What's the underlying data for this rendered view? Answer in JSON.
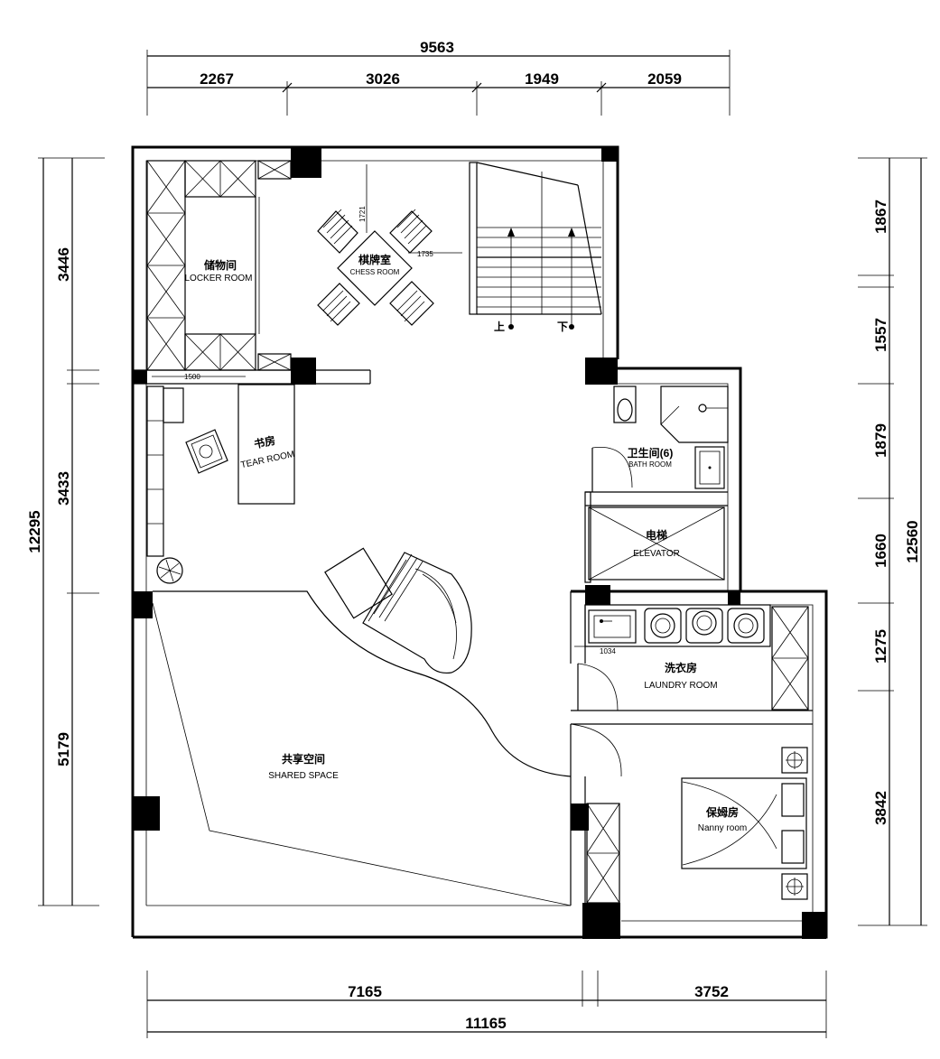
{
  "dimensions": {
    "top_total": "9563",
    "top_segments": [
      "2267",
      "3026",
      "1949",
      "2059"
    ],
    "bottom_segments": [
      "7165",
      "3752"
    ],
    "bottom_total": "11165",
    "left_total": "12295",
    "left_segments": [
      "3446",
      "3433",
      "5179"
    ],
    "right_total": "12560",
    "right_segments": [
      "1867",
      "1557",
      "1879",
      "1660",
      "1275",
      "3842"
    ]
  },
  "rooms": {
    "locker": {
      "cn": "储物间",
      "en": "LOCKER ROOM"
    },
    "chess": {
      "cn": "棋牌室",
      "en": "CHESS ROOM"
    },
    "study": {
      "cn": "书房",
      "en": "TEAR ROOM"
    },
    "bath": {
      "cn": "卫生间(6)",
      "en": "BATH ROOM"
    },
    "elevator": {
      "cn": "电梯",
      "en": "ELEVATOR"
    },
    "laundry": {
      "cn": "洗衣房",
      "en": "LAUNDRY ROOM"
    },
    "shared": {
      "cn": "共享空间",
      "en": "SHARED SPACE"
    },
    "nanny": {
      "cn": "保姆房",
      "en": "Nanny room"
    }
  },
  "annotations": {
    "up": "上",
    "down": "下",
    "d1721": "1721",
    "d1735": "1735",
    "d1500": "1500",
    "d1034": "1034"
  }
}
